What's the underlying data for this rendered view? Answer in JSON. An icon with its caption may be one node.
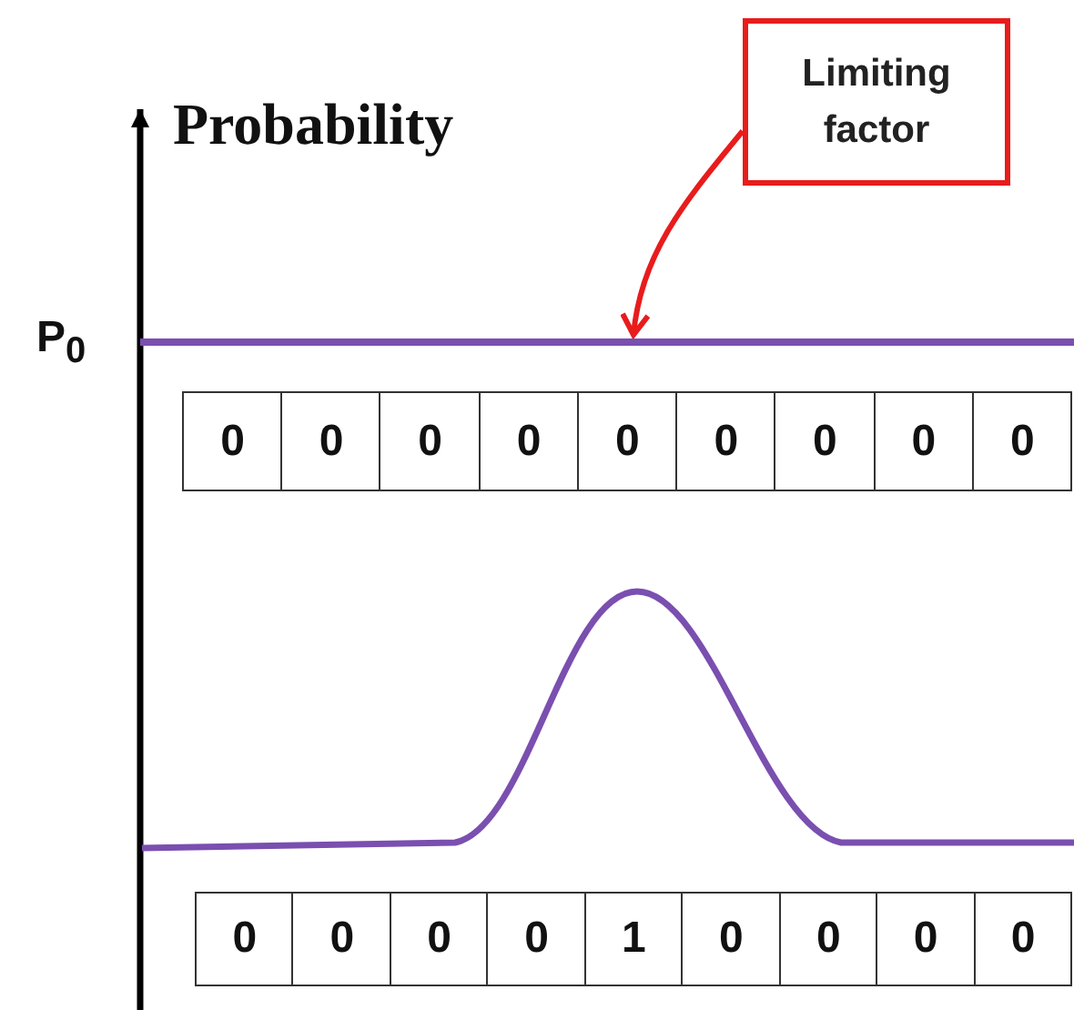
{
  "diagram": {
    "nodes": [
      {
        "text": [
          "Limiting factor"
        ]
      },
      {
        "text": [],
        "shape": "line"
      }
    ],
    "edges": [
      {
        "from": 0,
        "to": 1,
        "arrow": "to",
        "color": "#e81c1c"
      }
    ],
    "labels": [
      "Probability",
      "P$_{0}$",
      "0",
      "0",
      "0",
      "0",
      "0",
      "0",
      "0",
      "0",
      "0",
      "0",
      "0",
      "0",
      "0",
      "1",
      "0",
      "0",
      "0",
      "0"
    ]
  }
}
